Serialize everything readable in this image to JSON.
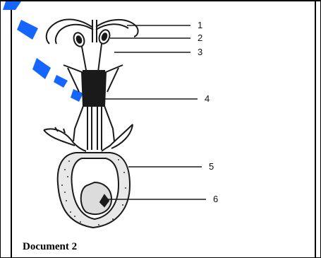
{
  "labels": [
    "1",
    "2",
    "3",
    "4",
    "5",
    "6"
  ],
  "caption": "Document 2",
  "colors": {
    "watermark": "#1565ff",
    "ink": "#1a1a1a"
  }
}
